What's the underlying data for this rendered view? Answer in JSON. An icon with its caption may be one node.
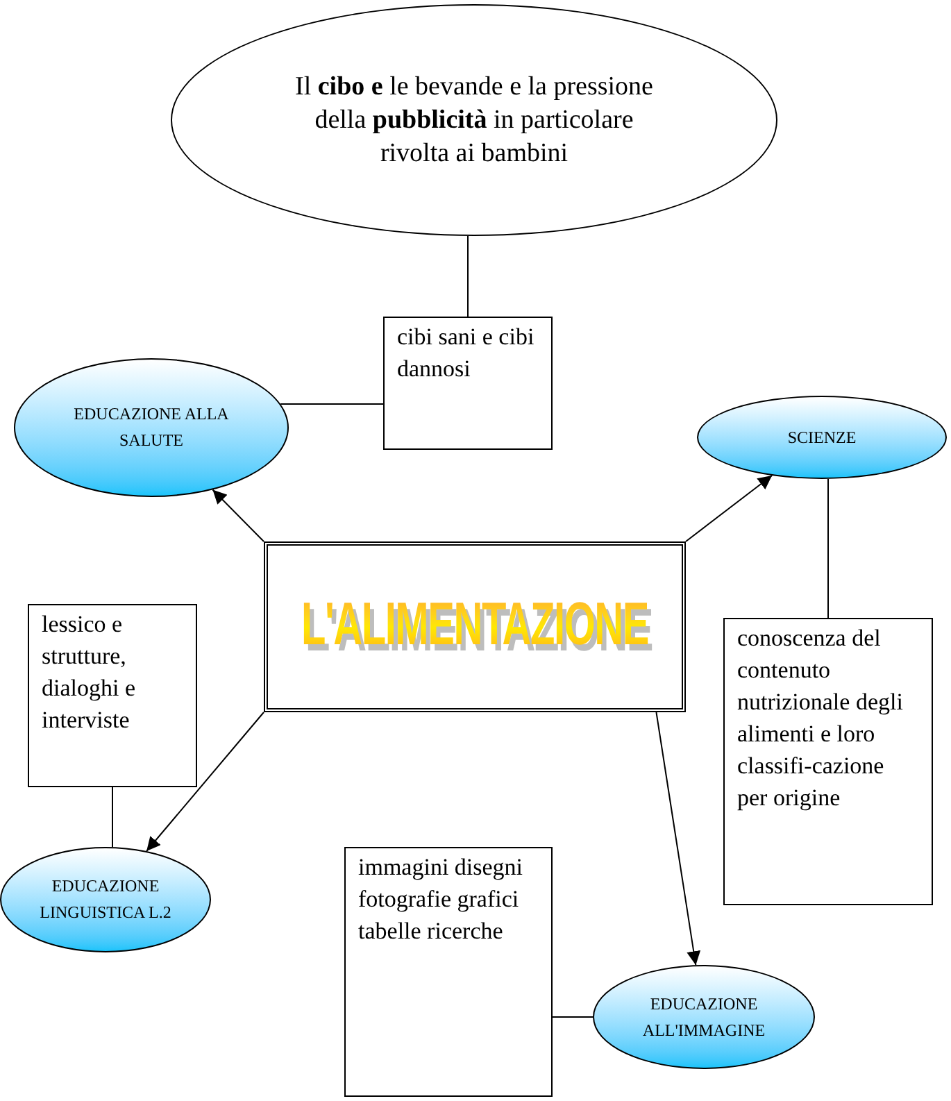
{
  "diagram": {
    "nodes": [
      {
        "text": [
          "Il **cibo e** le bevande e la pressione della **pubblicità** in particolare rivolta ai bambini"
        ]
      },
      {
        "text": [
          "cibi sani e cibi dannosi"
        ]
      },
      {
        "text": [
          "EDUCAZIONE ALLA SALUTE"
        ]
      },
      {
        "text": [
          "SCIENZE"
        ]
      },
      {
        "text": [
          "L'ALIMENTAZIONE"
        ]
      },
      {
        "text": [
          "lessico  e strutture, dialoghi e interviste"
        ]
      },
      {
        "text": [
          "conoscenza del contenuto nutrizionale degli alimenti e loro classifi-cazione per origine"
        ]
      },
      {
        "text": [
          "EDUCAZIONE LINGUISTICA L.2"
        ]
      },
      {
        "text": [
          "immagini disegni fotografie grafici tabelle ricerche"
        ]
      },
      {
        "text": [
          "EDUCAZIONE ALL'IMMAGINE"
        ]
      }
    ],
    "edges": [
      {
        "from": 0,
        "to": 1,
        "arrow": "none"
      },
      {
        "from": 1,
        "to": 2,
        "arrow": "none"
      },
      {
        "from": 4,
        "to": 2,
        "arrow": "to"
      },
      {
        "from": 4,
        "to": 3,
        "arrow": "to"
      },
      {
        "from": 4,
        "to": 7,
        "arrow": "to"
      },
      {
        "from": 4,
        "to": 9,
        "arrow": "to"
      },
      {
        "from": 3,
        "to": 6,
        "arrow": "none"
      },
      {
        "from": 5,
        "to": 7,
        "arrow": "none"
      },
      {
        "from": 8,
        "to": 9,
        "arrow": "none"
      }
    ]
  }
}
